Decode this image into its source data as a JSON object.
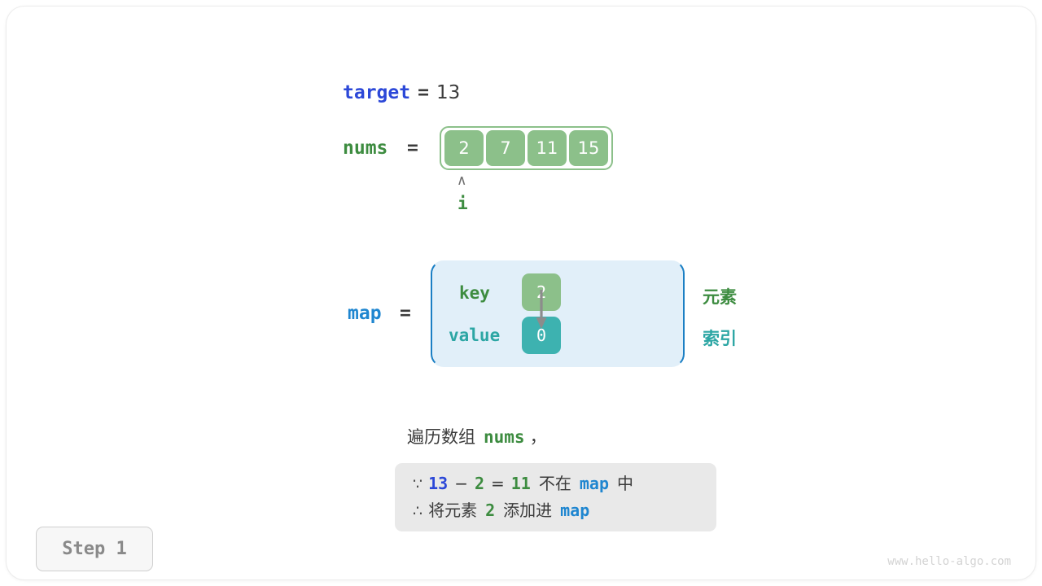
{
  "page": {
    "watermark": "www.hello-algo.com",
    "step_badge": "Step 1"
  },
  "target": {
    "name": "target",
    "equals": "=",
    "value": "13"
  },
  "nums": {
    "name": "nums",
    "equals": "=",
    "cells": [
      "2",
      "7",
      "11",
      "15"
    ],
    "pointer_caret": "∧",
    "pointer_label": "i",
    "pointer_index": 0
  },
  "map": {
    "name": "map",
    "equals": "=",
    "key_label": "key",
    "value_label": "value",
    "key_cell": "2",
    "value_cell": "0",
    "legend_element": "元素",
    "legend_index": "索引"
  },
  "caption": {
    "prefix": "遍历数组",
    "keyword": "nums",
    "suffix": "，"
  },
  "note": {
    "line1": {
      "symbol": "∵",
      "a": "13",
      "minus": "−",
      "b": "2",
      "eq": "=",
      "c": "11",
      "text1": "不在",
      "map": "map",
      "text2": "中"
    },
    "line2": {
      "symbol": "∴",
      "text1": "将元素",
      "num": "2",
      "text2": "添加进",
      "map": "map"
    }
  },
  "colors": {
    "green": "#3d8c40",
    "cell_green": "#8cc08a",
    "teal": "#2ca6a4",
    "cell_teal": "#3db2b0",
    "blue_dark": "#2c48d8",
    "blue": "#1f86d0",
    "map_fill": "#e1eff9",
    "map_border": "#1b7fc4",
    "note_fill": "#e9e9e9",
    "gray_text": "#8a8a8a"
  }
}
